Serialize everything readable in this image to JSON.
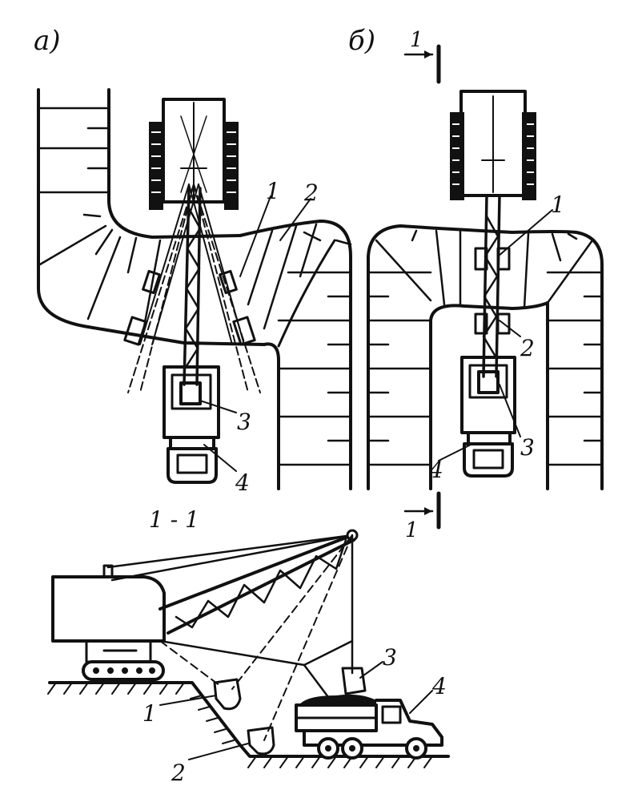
{
  "figure": {
    "panel_a_label": "а)",
    "panel_b_label": "б)",
    "section_label": "1 - 1",
    "section_mark_top": "1",
    "section_mark_bottom": "1"
  },
  "panel_a": {
    "callouts": [
      "1",
      "2",
      "3",
      "4"
    ]
  },
  "panel_b": {
    "callouts": [
      "1",
      "2",
      "3",
      "4"
    ]
  },
  "section": {
    "callouts": [
      "1",
      "2",
      "3",
      "4"
    ]
  }
}
